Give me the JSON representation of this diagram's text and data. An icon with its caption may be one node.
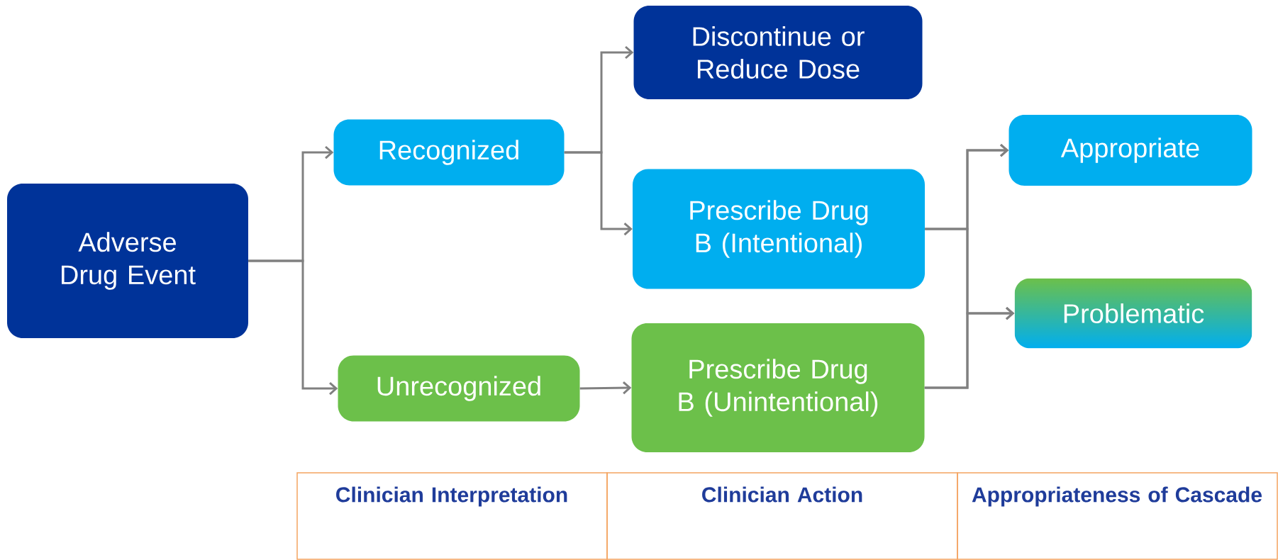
{
  "diagram": {
    "nodes": [
      {
        "text": [
          "Adverse Drug Event"
        ]
      },
      {
        "text": [
          "Recognized"
        ]
      },
      {
        "text": [
          "Unrecognized"
        ]
      },
      {
        "text": [
          "Discontinue or Reduce Dose"
        ]
      },
      {
        "text": [
          "Prescribe Drug B (Intentional)"
        ]
      },
      {
        "text": [
          "Prescribe Drug B (Unintentional)"
        ]
      },
      {
        "text": [
          "Appropriate"
        ]
      },
      {
        "text": [
          "Problematic"
        ]
      }
    ],
    "edges": [
      {
        "from": 0,
        "to": 1,
        "arrow": "to"
      },
      {
        "from": 0,
        "to": 2,
        "arrow": "to"
      },
      {
        "from": 1,
        "to": 3,
        "arrow": "to"
      },
      {
        "from": 1,
        "to": 4,
        "arrow": "to"
      },
      {
        "from": 2,
        "to": 5,
        "arrow": "to"
      },
      {
        "from": 4,
        "to": 6,
        "arrow": "to"
      },
      {
        "from": 4,
        "to": 7,
        "arrow": "to"
      },
      {
        "from": 5,
        "to": 6,
        "arrow": "to"
      },
      {
        "from": 5,
        "to": 7,
        "arrow": "to"
      }
    ],
    "labels": [
      "Clinician Interpretation",
      "Clinician Action",
      "Appropriateness of Cascade"
    ]
  }
}
